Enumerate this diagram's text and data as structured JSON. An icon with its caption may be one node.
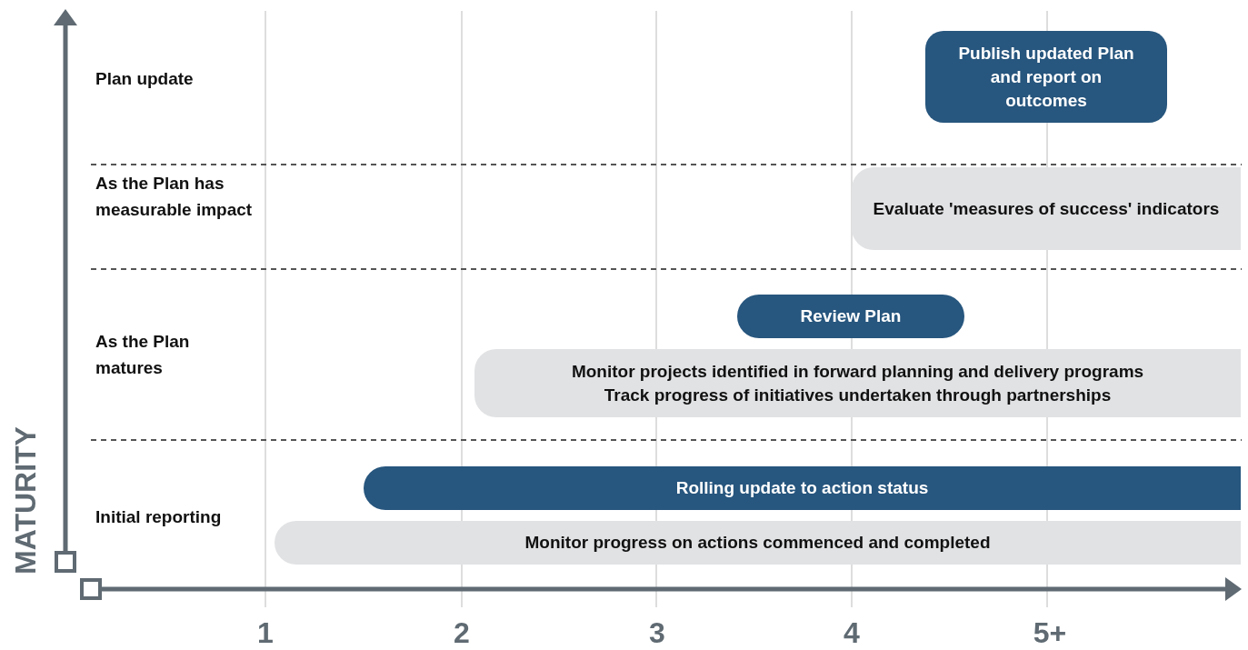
{
  "diagram": {
    "nodes": [
      {
        "text": [
          "Publish updated Plan and report on outcomes"
        ]
      },
      {
        "text": [
          "Evaluate 'measures of success' indicators"
        ]
      },
      {
        "text": [
          "Review Plan"
        ]
      },
      {
        "text": [
          "Monitor projects identified in forward planning and delivery programs",
          "Track progress of initiatives undertaken through partnerships"
        ]
      },
      {
        "text": [
          "Rolling update to action status"
        ]
      },
      {
        "text": [
          "Monitor progress on actions commenced and completed"
        ]
      }
    ],
    "labels": [
      "Plan update",
      "As the Plan has measurable impact",
      "As the Plan matures",
      "Initial reporting",
      "MATURITY",
      "1",
      "2",
      "3",
      "4",
      "5+"
    ]
  }
}
